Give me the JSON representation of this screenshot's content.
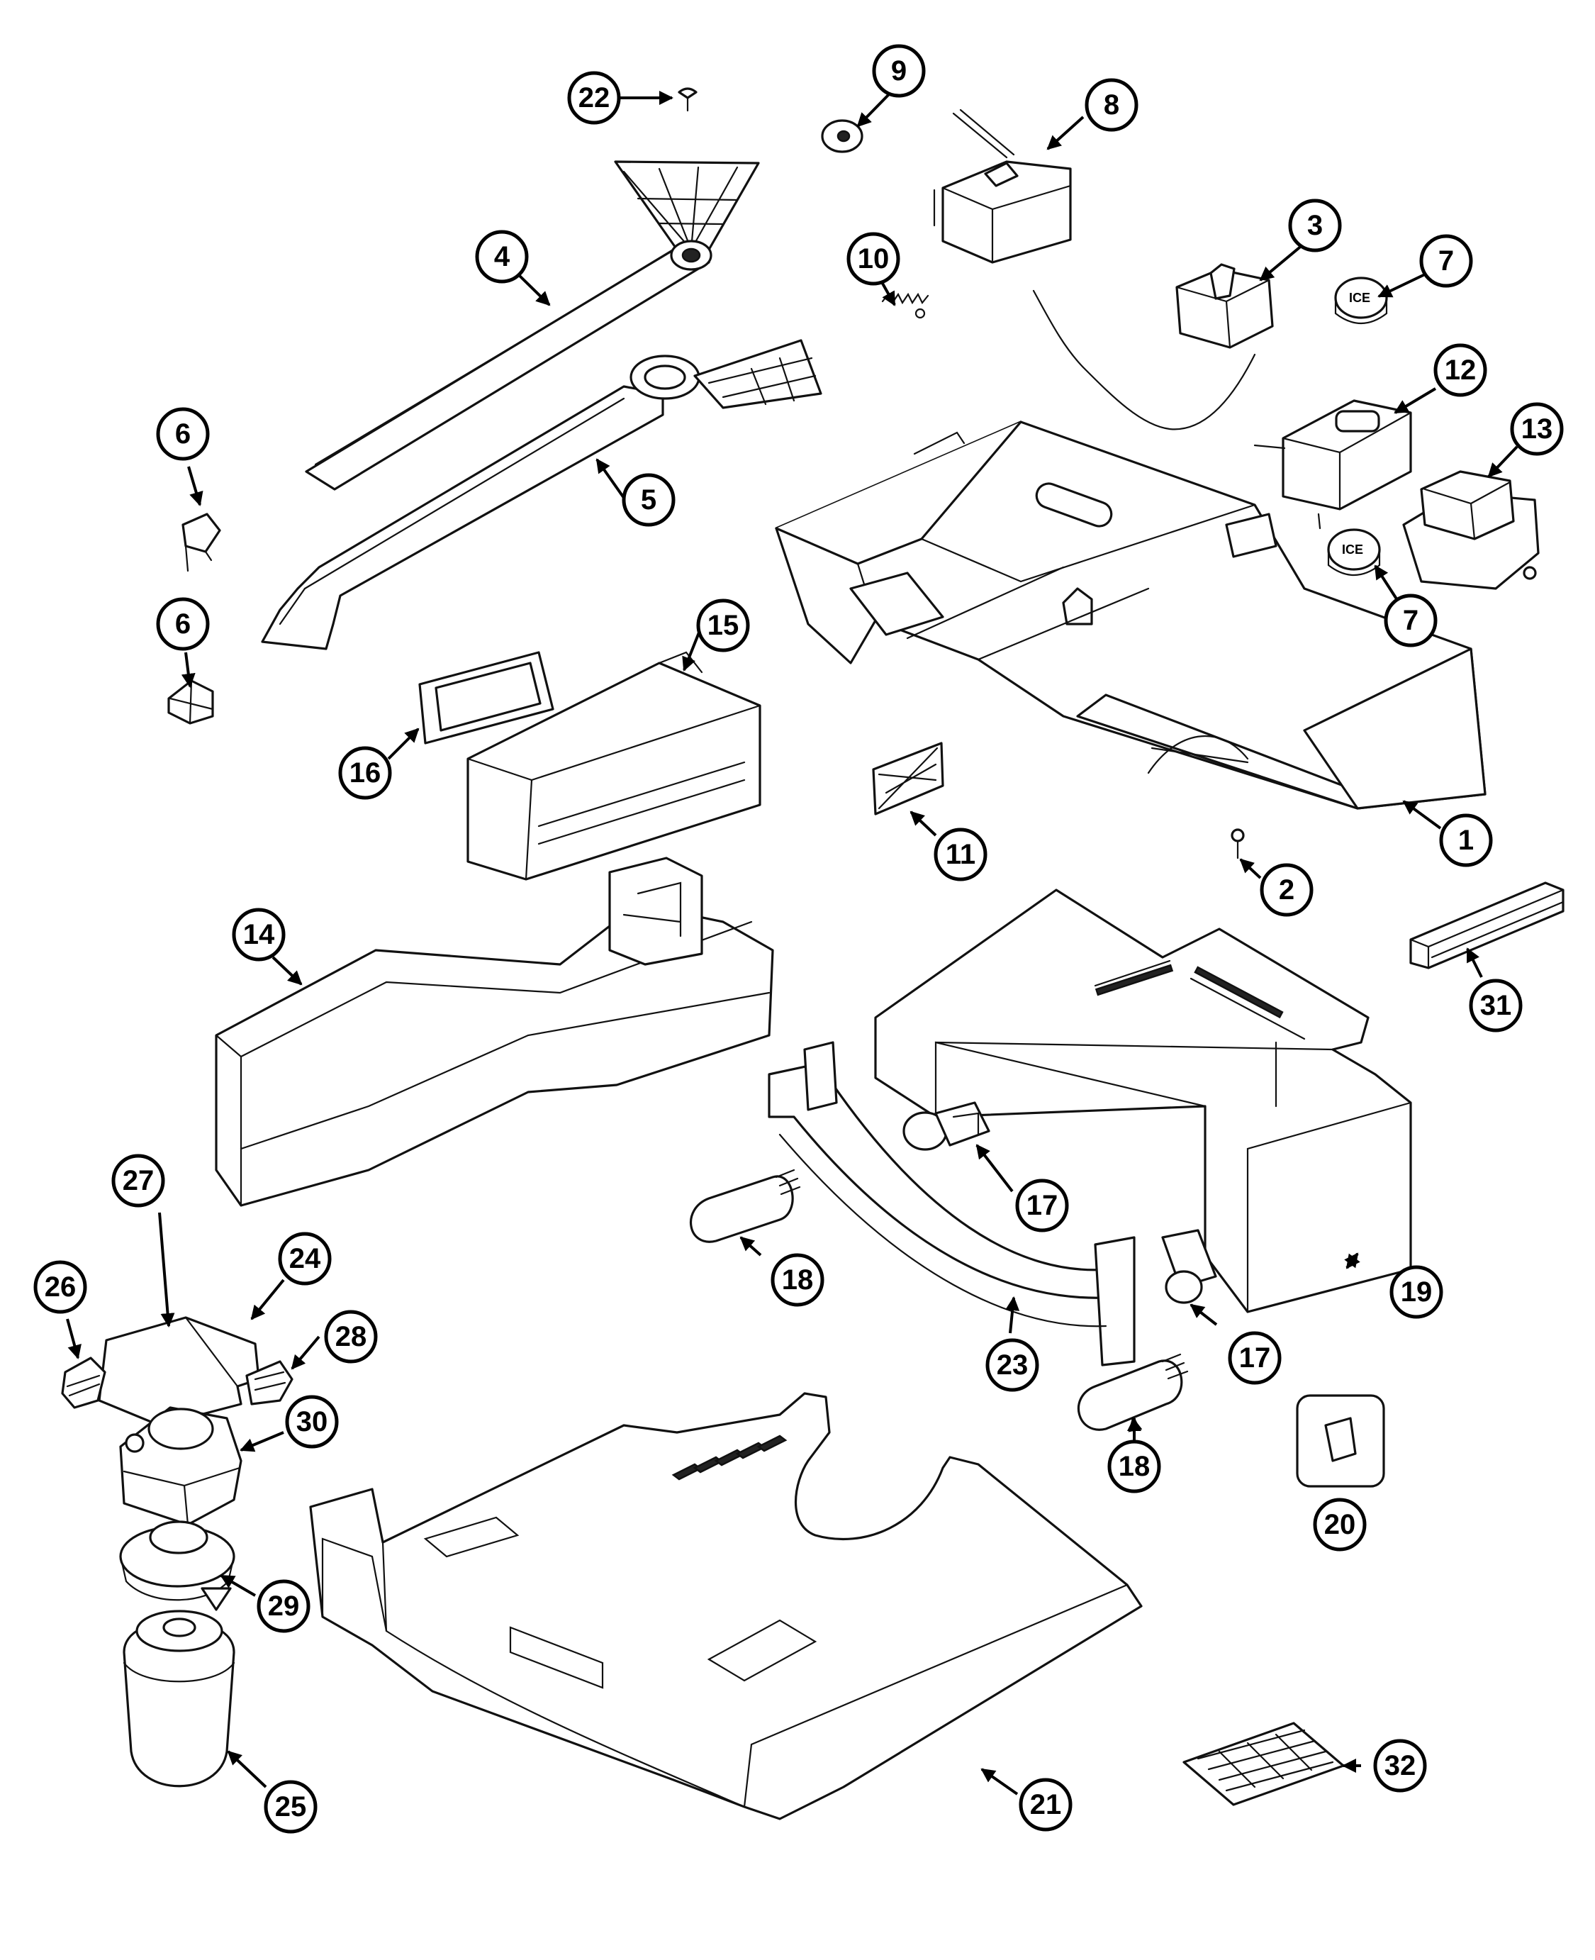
{
  "callouts": {
    "c1": "1",
    "c2": "2",
    "c3": "3",
    "c4": "4",
    "c5": "5",
    "c6a": "6",
    "c6b": "6",
    "c7a": "7",
    "c7b": "7",
    "c8": "8",
    "c9": "9",
    "c10": "10",
    "c11": "11",
    "c12": "12",
    "c13": "13",
    "c14": "14",
    "c15": "15",
    "c16": "16",
    "c17a": "17",
    "c17b": "17",
    "c18a": "18",
    "c18b": "18",
    "c19": "19",
    "c20": "20",
    "c21": "21",
    "c22": "22",
    "c23": "23",
    "c24": "24",
    "c25": "25",
    "c26": "26",
    "c27": "27",
    "c28": "28",
    "c29": "29",
    "c30": "30",
    "c31": "31",
    "c32": "32"
  },
  "colors": {
    "ink": "#111111",
    "paper": "#ffffff"
  }
}
